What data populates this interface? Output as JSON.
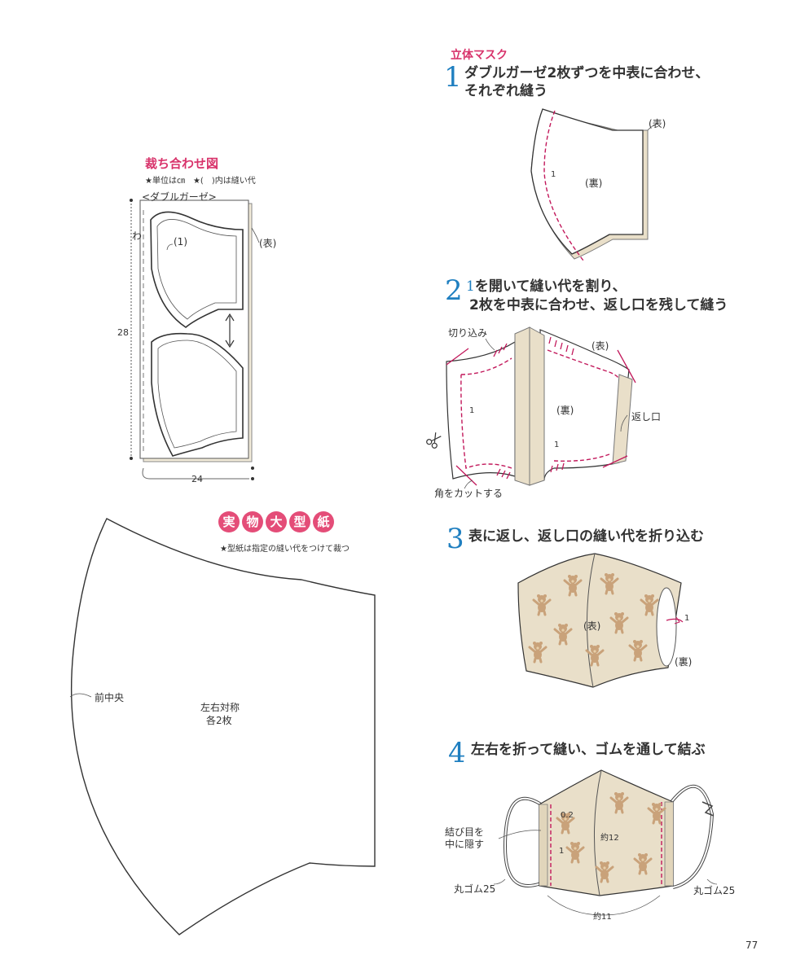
{
  "cutting_diagram": {
    "title": "裁ち合わせ図",
    "note": "★単位は㎝　★(　)内は縫い代",
    "fabric": "<ダブルガーゼ>",
    "fold_label": "わ",
    "seam_allowance": "(1)",
    "face_label": "(表)",
    "height": "28",
    "width": "24"
  },
  "pattern": {
    "badge_chars": [
      "実",
      "物",
      "大",
      "型",
      "紙"
    ],
    "note": "★型紙は指定の縫い代をつけて裁つ",
    "center_label": "前中央",
    "symmetry_line1": "左右対称",
    "symmetry_line2": "各2枚"
  },
  "section_title": "立体マスク",
  "steps": [
    {
      "num": "1",
      "line1": "ダブルガーゼ2枚ずつを中表に合わせ、",
      "line2": "それぞれ縫う",
      "labels": {
        "face": "(表)",
        "back": "(裏)",
        "allowance": "1"
      }
    },
    {
      "num": "2",
      "ref": "1",
      "line1": "を開いて縫い代を割り、",
      "line2": "2枚を中表に合わせ、返し口を残して縫う",
      "labels": {
        "notch": "切り込み",
        "face": "(表)",
        "back": "(裏)",
        "allowance_a": "1",
        "allowance_b": "1",
        "opening": "返し口",
        "corner": "角をカットする"
      }
    },
    {
      "num": "3",
      "line1": "表に返し、返し口の縫い代を折り込む",
      "labels": {
        "face": "(表)",
        "back": "(裏)",
        "allowance": "1"
      }
    },
    {
      "num": "4",
      "line1": "左右を折って縫い、ゴムを通して結ぶ",
      "labels": {
        "knot_line1": "結び目を",
        "knot_line2": "中に隠す",
        "stitch": "0.2",
        "fold": "1",
        "height": "約12",
        "elastic_left": "丸ゴム25",
        "elastic_right": "丸ゴム25",
        "width": "約11"
      }
    }
  ],
  "page_number": "77",
  "colors": {
    "accent_pink": "#d8336b",
    "step_blue": "#1f7fc0",
    "stitch": "#c2185b",
    "fabric": "#e9dfc9",
    "bear": "#c9a27a"
  }
}
